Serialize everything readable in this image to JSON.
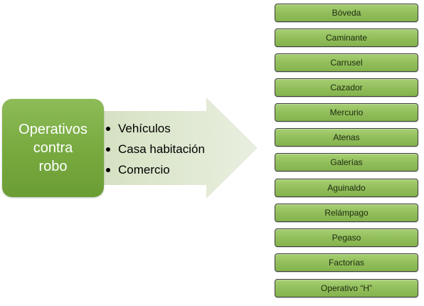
{
  "diagram": {
    "main_node": {
      "lines": [
        "Operativos",
        "contra",
        "robo"
      ]
    },
    "bullets": [
      "Vehículos",
      "Casa habitación",
      "Comercio"
    ],
    "operations": [
      "Bóveda",
      "Caminante",
      "Carrusel",
      "Cazador",
      "Mercurio",
      "Atenas",
      "Galerías",
      "Aguinaldo",
      "Relámpago",
      "Pegaso",
      "Factorías",
      "Operativo “H”"
    ],
    "colors": {
      "node_green": "#77a93f",
      "item_green": "#92bf5c",
      "arrow_fill": "#dfe8cf"
    }
  }
}
